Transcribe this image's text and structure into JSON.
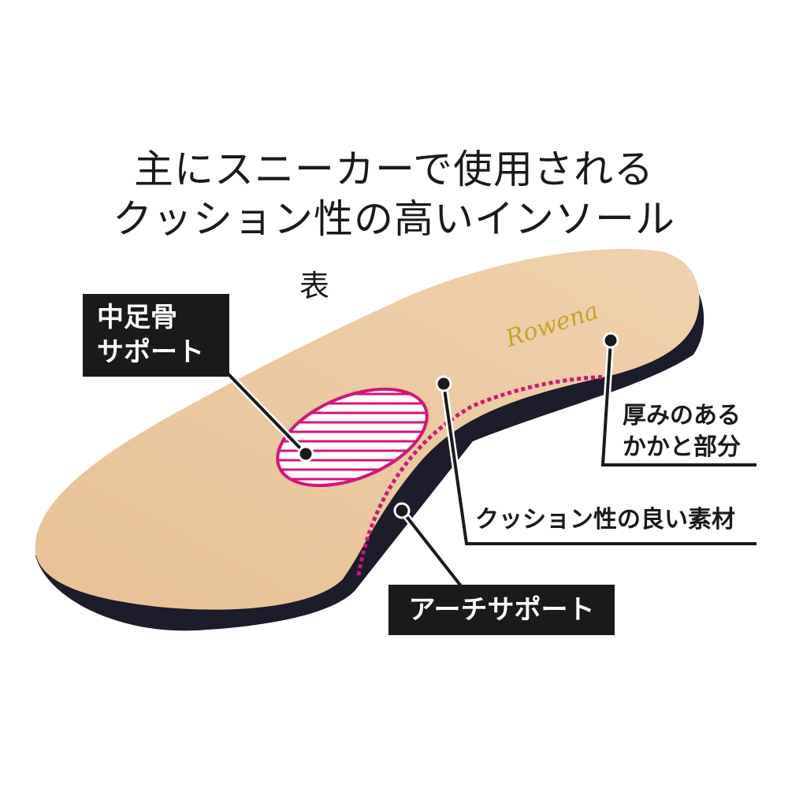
{
  "headline": {
    "line1": "主にスニーカーで使用される",
    "line2": "クッション性の高いインソール"
  },
  "side_label": "表",
  "logo_text": "Rowena",
  "callouts": {
    "metatarsal": {
      "line1": "中足骨",
      "line2": "サポート"
    },
    "arch": "アーチサポート",
    "heel": {
      "line1": "厚みのある",
      "line2": "かかと部分"
    },
    "material": "クッション性の良い素材"
  },
  "colors": {
    "insole": "#e8c39a",
    "sole": "#1c1c2a",
    "accent": "#d4147a",
    "box": "#1a1a1a"
  }
}
